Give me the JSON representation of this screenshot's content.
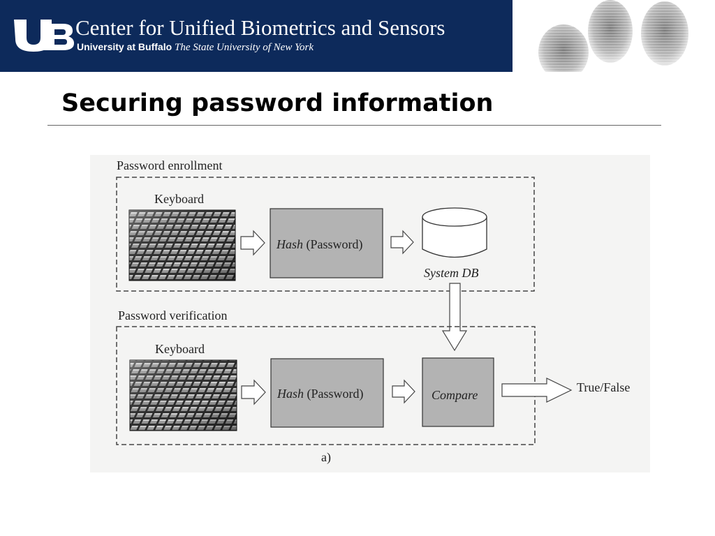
{
  "header": {
    "logo_text": "UB",
    "title": "Center for Unified Biometrics and Sensors",
    "university": "University at Buffalo",
    "tagline": "The State University of New York"
  },
  "slide": {
    "title": "Securing password information"
  },
  "diagram": {
    "enrollment": {
      "section_label": "Password enrollment",
      "keyboard_label": "Keyboard",
      "hash_italic": "Hash",
      "hash_arg": "(Password)",
      "db_label": "System DB"
    },
    "verification": {
      "section_label": "Password verification",
      "keyboard_label": "Keyboard",
      "hash_italic": "Hash",
      "hash_arg": "(Password)",
      "compare_label": "Compare",
      "output_label": "True/False"
    },
    "caption": "a)"
  },
  "colors": {
    "banner": "#0d2a5b",
    "box_fill": "#b3b3b3"
  }
}
